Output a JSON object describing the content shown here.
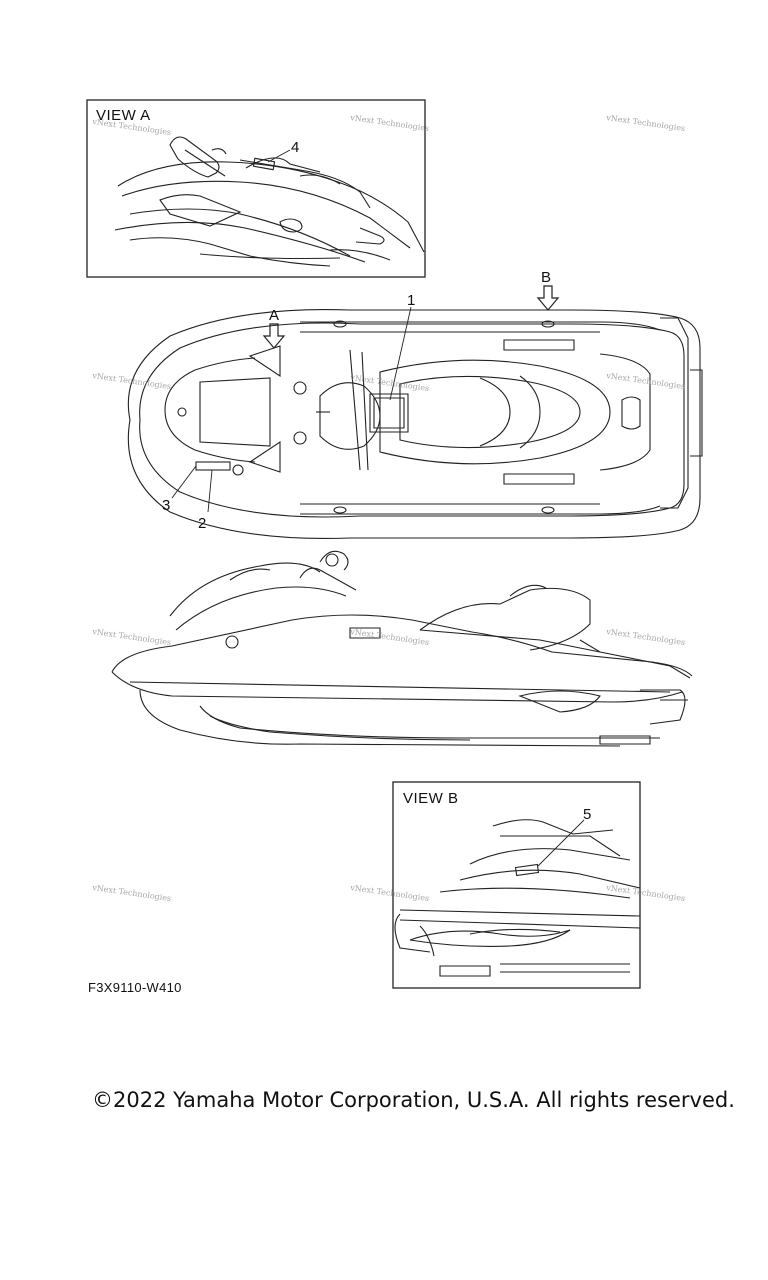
{
  "views": {
    "a": {
      "title": "VIEW A"
    },
    "b": {
      "title": "VIEW B"
    }
  },
  "view_arrows": {
    "a": "A",
    "b": "B"
  },
  "callouts": [
    "1",
    "2",
    "3",
    "4",
    "5"
  ],
  "watermark": "vNext Technologies",
  "figure_code": "F3X9110-W410",
  "copyright": "©2022 Yamaha Motor Corporation, U.S.A. All rights reserved.",
  "colors": {
    "line": "#222222",
    "watermark": "#888888",
    "background": "#ffffff"
  }
}
